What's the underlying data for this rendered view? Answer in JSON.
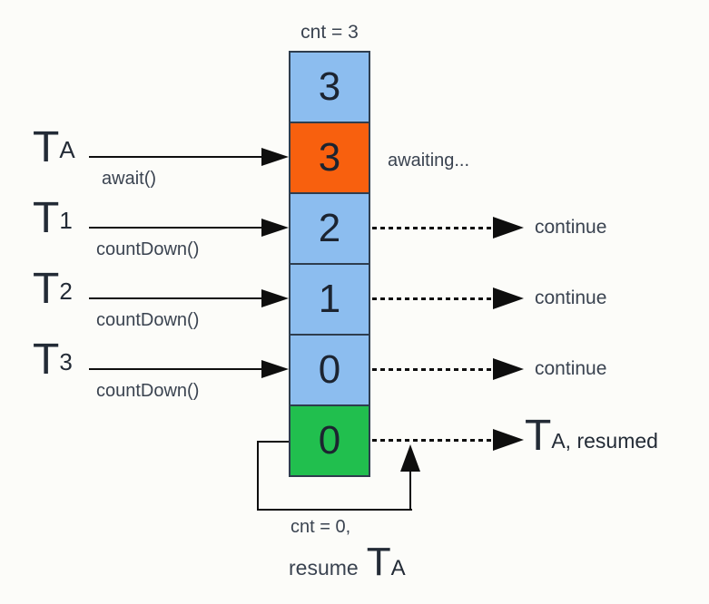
{
  "background": "#FCFCF9",
  "colors": {
    "cell_blue": "#8CBDEF",
    "cell_orange": "#F8600E",
    "cell_green": "#21BF4E",
    "cell_border": "#2E3D4E",
    "arrow_ink": "#0E0E0E",
    "text_ink": "#3A4350"
  },
  "counter": {
    "top_label": "cnt = 3"
  },
  "cells": [
    {
      "value": "3",
      "color": "#8CBDEF"
    },
    {
      "value": "3",
      "color": "#F8600E"
    },
    {
      "value": "2",
      "color": "#8CBDEF"
    },
    {
      "value": "1",
      "color": "#8CBDEF"
    },
    {
      "value": "0",
      "color": "#8CBDEF"
    },
    {
      "value": "0",
      "color": "#21BF4E"
    }
  ],
  "threads": [
    {
      "name": "T",
      "sub": "A",
      "call": "await()"
    },
    {
      "name": "T",
      "sub": "1",
      "call": "countDown()"
    },
    {
      "name": "T",
      "sub": "2",
      "call": "countDown()"
    },
    {
      "name": "T",
      "sub": "3",
      "call": "countDown()"
    }
  ],
  "right": {
    "awaiting": "awaiting...",
    "continues": [
      "continue",
      "continue",
      "continue"
    ],
    "resumed_name": "T",
    "resumed_sub": "A, resumed"
  },
  "loop": {
    "caption_line1": "cnt = 0,",
    "caption_resume": "resume",
    "caption_thread": "T",
    "caption_thread_sub": "A"
  }
}
